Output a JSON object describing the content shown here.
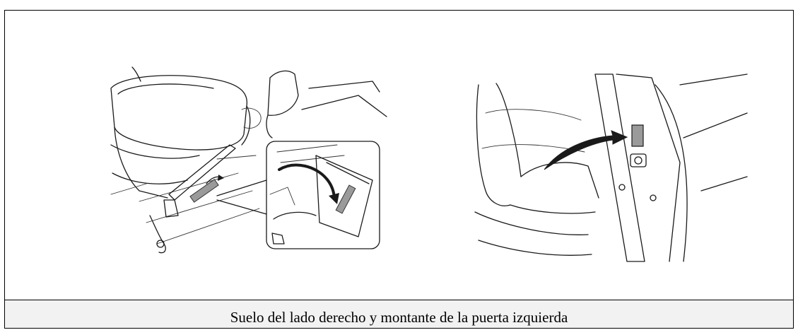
{
  "figure": {
    "caption": "Suelo del lado derecho y montante de la puerta izquierda",
    "illustrations": [
      {
        "subject": "right-side-floor-seat-rail"
      },
      {
        "subject": "left-door-pillar"
      }
    ],
    "label_color": "#9a9a9a",
    "caption_background": "#f2f2f2"
  }
}
